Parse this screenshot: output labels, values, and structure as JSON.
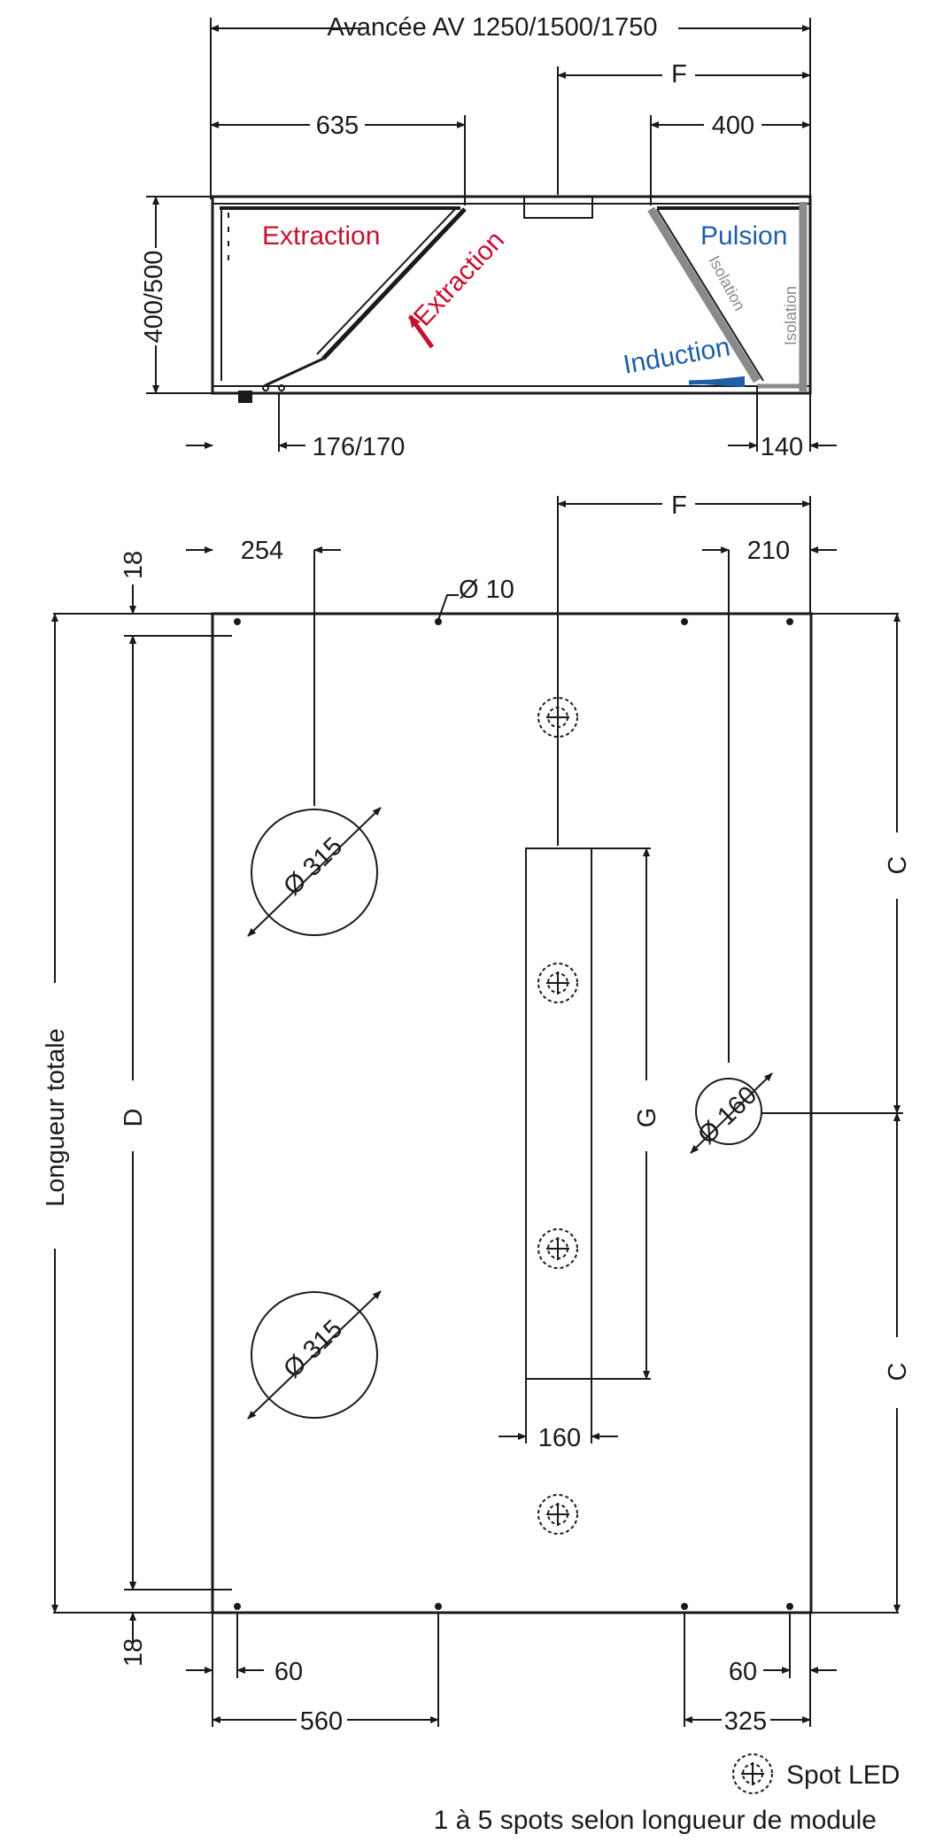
{
  "section_view": {
    "title": "Avancée AV 1250/1500/1750",
    "dim_f": "F",
    "dim_635": "635",
    "dim_400": "400",
    "dim_height": "400/500",
    "dim_176": "176/170",
    "dim_140": "140",
    "label_extraction": "Extraction",
    "label_extraction_arrow": "Extraction",
    "label_pulsion": "Pulsion",
    "label_induction": "Induction",
    "label_isolation_1": "Isolation",
    "label_isolation_2": "Isolation",
    "colors": {
      "extraction": "#c8102e",
      "pulsion": "#1f5fa8",
      "isolation": "#8a8a8a"
    }
  },
  "plan_view": {
    "dim_f": "F",
    "dim_254": "254",
    "dim_210": "210",
    "dim_18_top": "18",
    "dim_18_bottom": "18",
    "hole_label": "Ø 10",
    "duct_1": "Ø 315",
    "duct_2": "Ø 315",
    "duct_small": "Ø 160",
    "label_total": "Longueur totale",
    "label_d": "D",
    "label_g": "G",
    "label_c_top": "C",
    "label_c_bottom": "C",
    "dim_160": "160",
    "dim_60_left": "60",
    "dim_60_right": "60",
    "dim_560": "560",
    "dim_325": "325"
  },
  "legend": {
    "spot_label": "Spot LED",
    "note": "1 à 5 spots selon longueur de module"
  }
}
